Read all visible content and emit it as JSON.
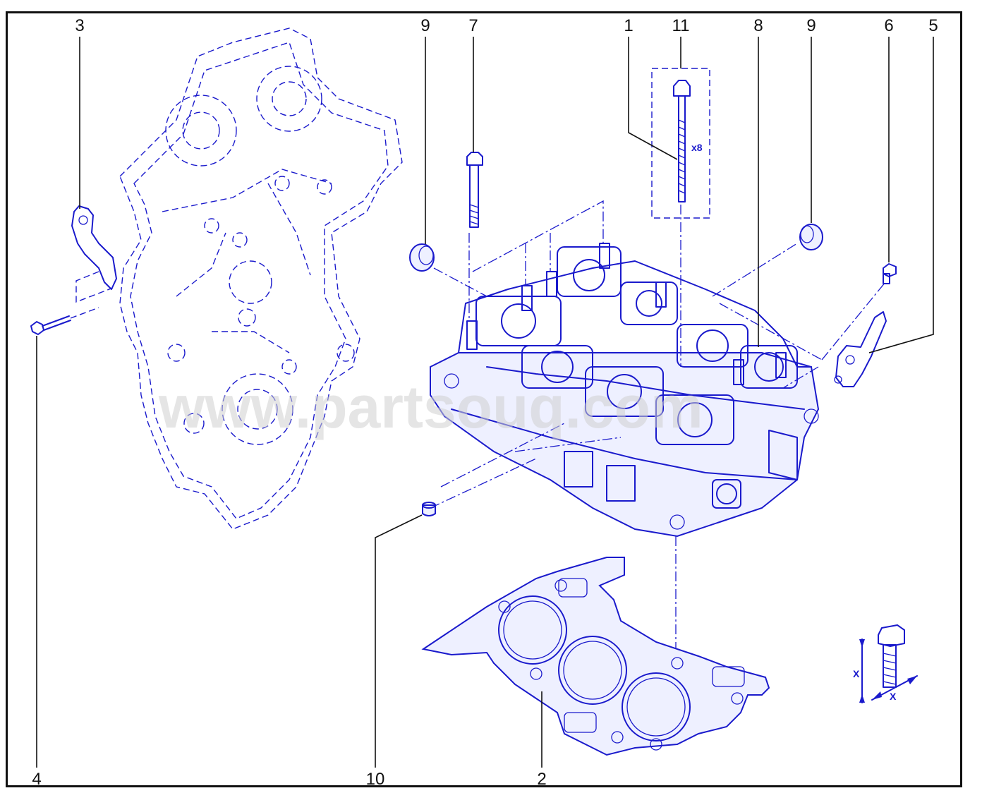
{
  "colors": {
    "ink": "#1a1acc",
    "callout": "#111111",
    "frame": "#111111"
  },
  "callouts": {
    "c1": "1",
    "c2": "2",
    "c3": "3",
    "c4": "4",
    "c5": "5",
    "c6": "6",
    "c7": "7",
    "c8": "8",
    "c9a": "9",
    "c9b": "9",
    "c10": "10",
    "c11": "11"
  },
  "bolt_quantity": "x8",
  "torque_symbol": {
    "x_vertical": "X",
    "x_horizontal": "X"
  },
  "watermark": "www.partsouq.com"
}
